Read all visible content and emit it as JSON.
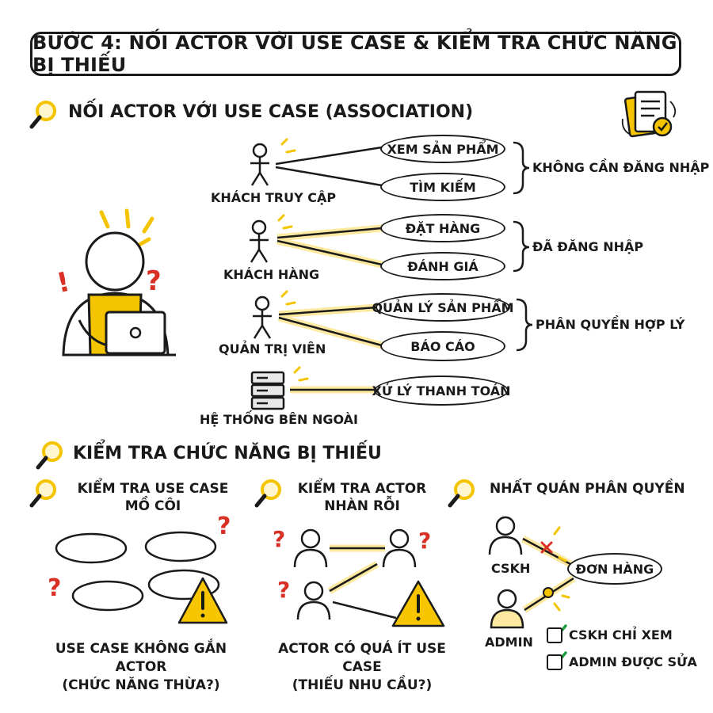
{
  "title": "BƯỚC 4: NỐI ACTOR VỚI USE CASE & KIỂM TRA CHỨC NĂNG BỊ THIẾU",
  "section1": {
    "heading": "NỐI ACTOR VỚI USE CASE (ASSOCIATION)",
    "actors": {
      "guest": "KHÁCH TRUY CẬP",
      "customer": "KHÁCH HÀNG",
      "admin": "QUẢN TRỊ VIÊN",
      "external": "HỆ THỐNG BÊN NGOÀI"
    },
    "usecases": {
      "view_products": "XEM SẢN PHẨM",
      "search": "TÌM KIẾM",
      "place_order": "ĐẶT HÀNG",
      "review": "ĐÁNH GIÁ",
      "manage_products": "QUẢN LÝ SẢN PHẨM",
      "report": "BÁO CÁO",
      "process_payment": "XỬ LÝ THANH TOÁN"
    },
    "groups": {
      "no_login": "KHÔNG CẦN ĐĂNG NHẬP",
      "logged_in": "ĐÃ ĐĂNG NHẬP",
      "authorized": "PHÂN QUYỀN HỢP LÝ"
    }
  },
  "section2": {
    "heading": "KIỂM TRA CHỨC NĂNG BỊ THIẾU",
    "col1": {
      "title_line1": "KIỂM TRA USE CASE",
      "title_line2": "MỒ CÔI",
      "caption_line1": "USE CASE KHÔNG GẮN ACTOR",
      "caption_line2": "(CHỨC NĂNG THỪA?)"
    },
    "col2": {
      "title_line1": "KIỂM TRA ACTOR",
      "title_line2": "NHÀN RỖI",
      "caption_line1": "ACTOR CÓ QUÁ ÍT USE CASE",
      "caption_line2": "(THIẾU NHU CẦU?)"
    },
    "col3": {
      "title": "NHẤT QUÁN PHÂN QUYỀN",
      "actor_cskh": "CSKH",
      "actor_admin": "ADMIN",
      "usecase": "ĐƠN HÀNG",
      "check1": "CSKH CHỈ XEM",
      "check2": "ADMIN ĐƯỢC SỬA"
    }
  },
  "colors": {
    "ink": "#1a1a1a",
    "accent": "#f5c400",
    "highlight": "#fde9a0",
    "warning": "#f7c600",
    "question": "#d93025",
    "check": "#1e9e3e"
  },
  "icons": [
    "magnifier-icon",
    "document-check-icon",
    "stick-figure-icon",
    "server-icon",
    "laptop-person-icon",
    "question-mark-icon",
    "exclamation-icon",
    "warning-triangle-icon",
    "person-icon",
    "checkbox-icon"
  ]
}
